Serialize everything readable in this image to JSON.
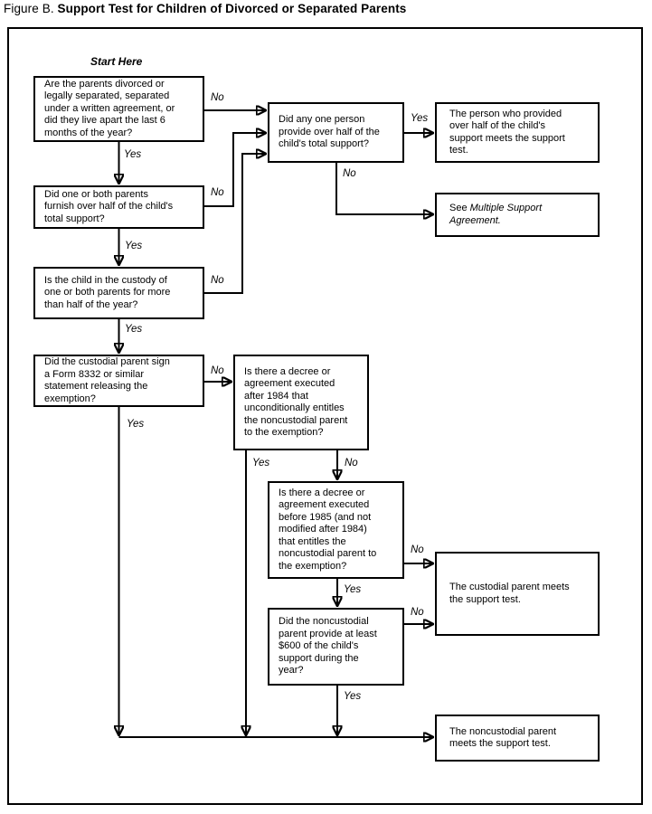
{
  "figure": {
    "label": "Figure B.",
    "title": "Support Test for Children of Divorced or Separated Parents"
  },
  "start_here": "Start Here",
  "nodes": {
    "q1": "Are the parents divorced or\nlegally separated, separated\nunder a written agreement, or\ndid they live apart the last 6\nmonths of the year?",
    "q2": "Did one or both parents\nfurnish over half of the child's\ntotal support?",
    "q3": "Is the child in the custody of\none or both parents for more\nthan half of the year?",
    "q4": "Did the custodial parent sign\na Form 8332 or similar\nstatement releasing the\nexemption?",
    "qa": "Did any one person\nprovide over half of the\nchild's total support?",
    "q5": "Is there a decree or\nagreement executed\nafter 1984 that\nunconditionally entitles\nthe noncustodial parent\nto the exemption?",
    "q6": "Is there a decree or\nagreement executed\nbefore 1985 (and not\nmodified after 1984)\nthat entitles the\nnoncustodial parent to\nthe exemption?",
    "q7": "Did the noncustodial\nparent provide at least\n$600 of the child's\nsupport during the\nyear?",
    "r1": "The person who provided\nover half of the child's\nsupport meets the support\ntest.",
    "r2_prefix": "See ",
    "r2_italic": "Multiple Support\nAgreement.",
    "r3": "The custodial parent meets\nthe support test.",
    "r4": "The noncustodial parent\nmeets the support test."
  },
  "edges": {
    "q1_no": "No",
    "q1_yes": "Yes",
    "q2_no": "No",
    "q2_yes": "Yes",
    "q3_no": "No",
    "q3_yes": "Yes",
    "q4_no": "No",
    "q4_yes": "Yes",
    "qa_yes": "Yes",
    "qa_no": "No",
    "q5_yes": "Yes",
    "q5_no": "No",
    "q6_no": "No",
    "q6_yes": "Yes",
    "q7_no": "No",
    "q7_yes": "Yes"
  },
  "colors": {
    "line": "#000000",
    "background": "#ffffff"
  }
}
